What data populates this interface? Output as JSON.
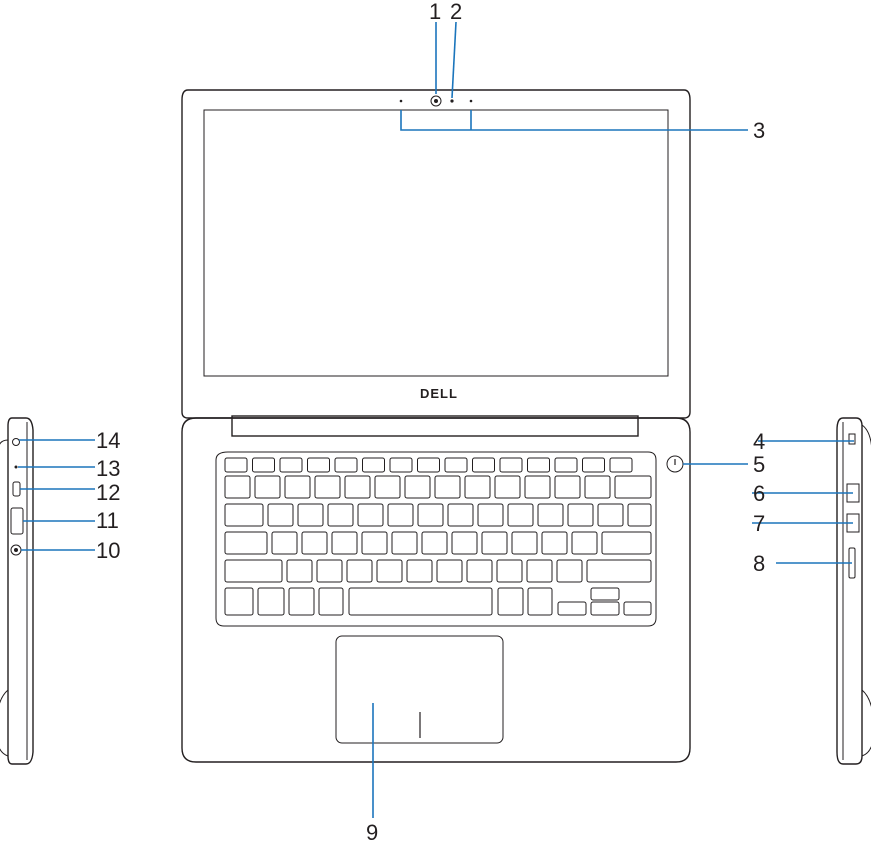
{
  "logo": {
    "text": "DELL"
  },
  "callouts": [
    {
      "id": "1",
      "label": "1"
    },
    {
      "id": "2",
      "label": "2"
    },
    {
      "id": "3",
      "label": "3"
    },
    {
      "id": "4",
      "label": "4"
    },
    {
      "id": "5",
      "label": "5"
    },
    {
      "id": "6",
      "label": "6"
    },
    {
      "id": "7",
      "label": "7"
    },
    {
      "id": "8",
      "label": "8"
    },
    {
      "id": "9",
      "label": "9"
    },
    {
      "id": "10",
      "label": "10"
    },
    {
      "id": "11",
      "label": "11"
    },
    {
      "id": "12",
      "label": "12"
    },
    {
      "id": "13",
      "label": "13"
    },
    {
      "id": "14",
      "label": "14"
    }
  ],
  "colors": {
    "leader": "#1b75bc",
    "outline": "#231f20"
  }
}
